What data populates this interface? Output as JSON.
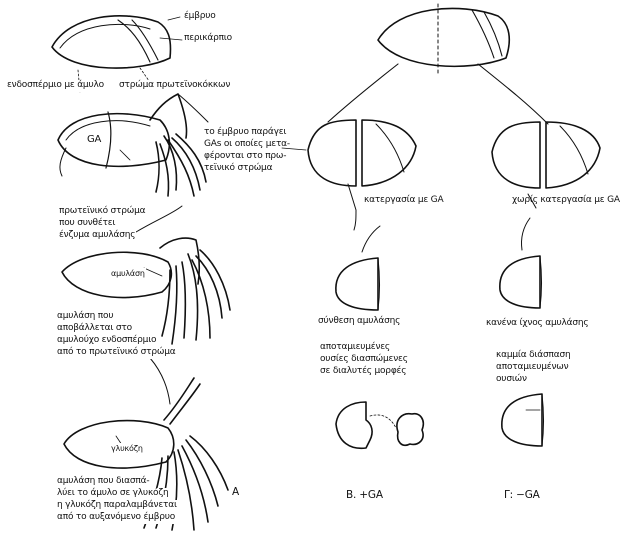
{
  "labels": {
    "embryo": "έμβρυο",
    "pericarp": "περικάρπιο",
    "endosperm": "ενδοσπέρμιο με άμυλο",
    "protein_layer": "στρώμα πρωτεϊνοκόκκων",
    "ga": "GA",
    "amylase_in_seed": "αμυλάση",
    "glucose_in_seed": "γλυκόζη",
    "step1": [
      "πρωτεϊνικό στρώμα",
      "που συνθέτει",
      "ένζυμα αμυλάσης"
    ],
    "step2": [
      "αμυλάση που",
      "αποβάλλεται στο",
      "αμυλούχο ενδοσπέρμιο",
      "από το πρωτεϊνικό στρώμα"
    ],
    "step3": [
      "αμυλάση που διασπά-",
      "λύει το άμυλο σε γλυκόζη",
      "η γλυκόζη παραλαμβάνεται",
      "από το αυξανόμενο έμβρυο"
    ],
    "embryo_produces_ga": [
      "το έμβρυο παράγει",
      "GAs οι οποίες μετα-",
      "φέρονται στο πρω-",
      "τεϊνικό στρώμα"
    ],
    "treated_with_ga": "κατεργασία με GA",
    "without_ga": "χωρίς κατεργασία με GA",
    "amylase_synthesis": "σύνθεση αμυλάσης",
    "stored_broken": [
      "αποταμιευμένες",
      "ουσίες διασπώμενες",
      "σε διαλυτές μορφές"
    ],
    "no_amylase": "κανένα ίχνος αμυλάσης",
    "no_breakdown": [
      "καμμία διάσπαση",
      "αποταμιευμένων",
      "ουσιών"
    ],
    "panel_a": "A",
    "panel_b": "B. +GA",
    "panel_c": "Γ: −GA"
  }
}
